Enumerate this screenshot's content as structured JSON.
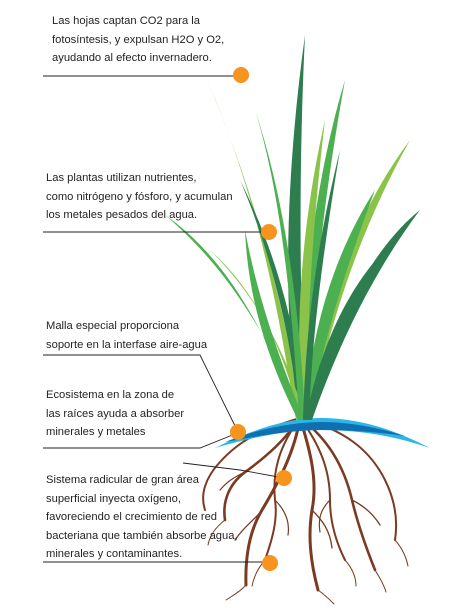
{
  "labels": {
    "leaves": "Las hojas captan CO2 para la\nfotosíntesis, y expulsan H2O y O2,\nayudando al efecto invernadero.",
    "nutrients": "Las plantas utilizan nutrientes,\ncomo nitrógeno y fósforo, y acumulan\nlos metales pesados del agua.",
    "mesh": "Malla especial proporciona\nsoporte en la interfase aire-agua",
    "ecosystem": "Ecosistema en la zona de\nlas raíces ayuda a absorber\nminerales y metales",
    "root_system": "Sistema radicular de gran área\nsuperficial inyecta oxígeno,\nfavoreciendo el crecimiento de red\nbacteriana que también absorbe agua,\nminerales y contaminantes."
  },
  "colors": {
    "callout_dot": "#f7941d",
    "leader_line": "#231f20",
    "mesh_light": "#29b6e8",
    "mesh_dark": "#0f6fb0",
    "root": "#7a3b22",
    "leaf_dark": "#2e7d4f",
    "leaf_mid": "#4caf50",
    "leaf_light": "#8bc34a"
  }
}
